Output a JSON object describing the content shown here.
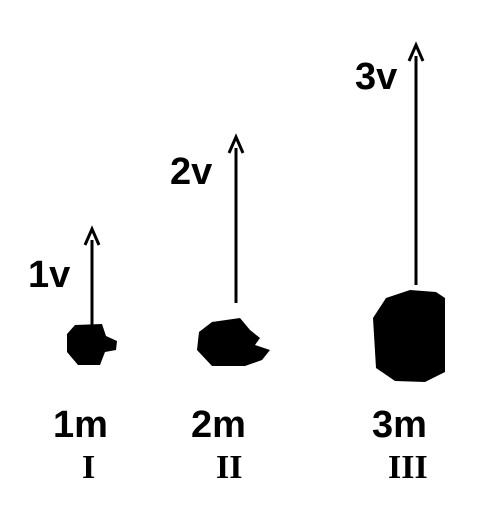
{
  "objects": [
    {
      "velocity_label": "1v",
      "mass_label": "1m",
      "roman_label": "I"
    },
    {
      "velocity_label": "2v",
      "mass_label": "2m",
      "roman_label": "II"
    },
    {
      "velocity_label": "3v",
      "mass_label": "3m",
      "roman_label": "III"
    }
  ],
  "colors": {
    "ink": "#000000",
    "background": "#ffffff"
  }
}
